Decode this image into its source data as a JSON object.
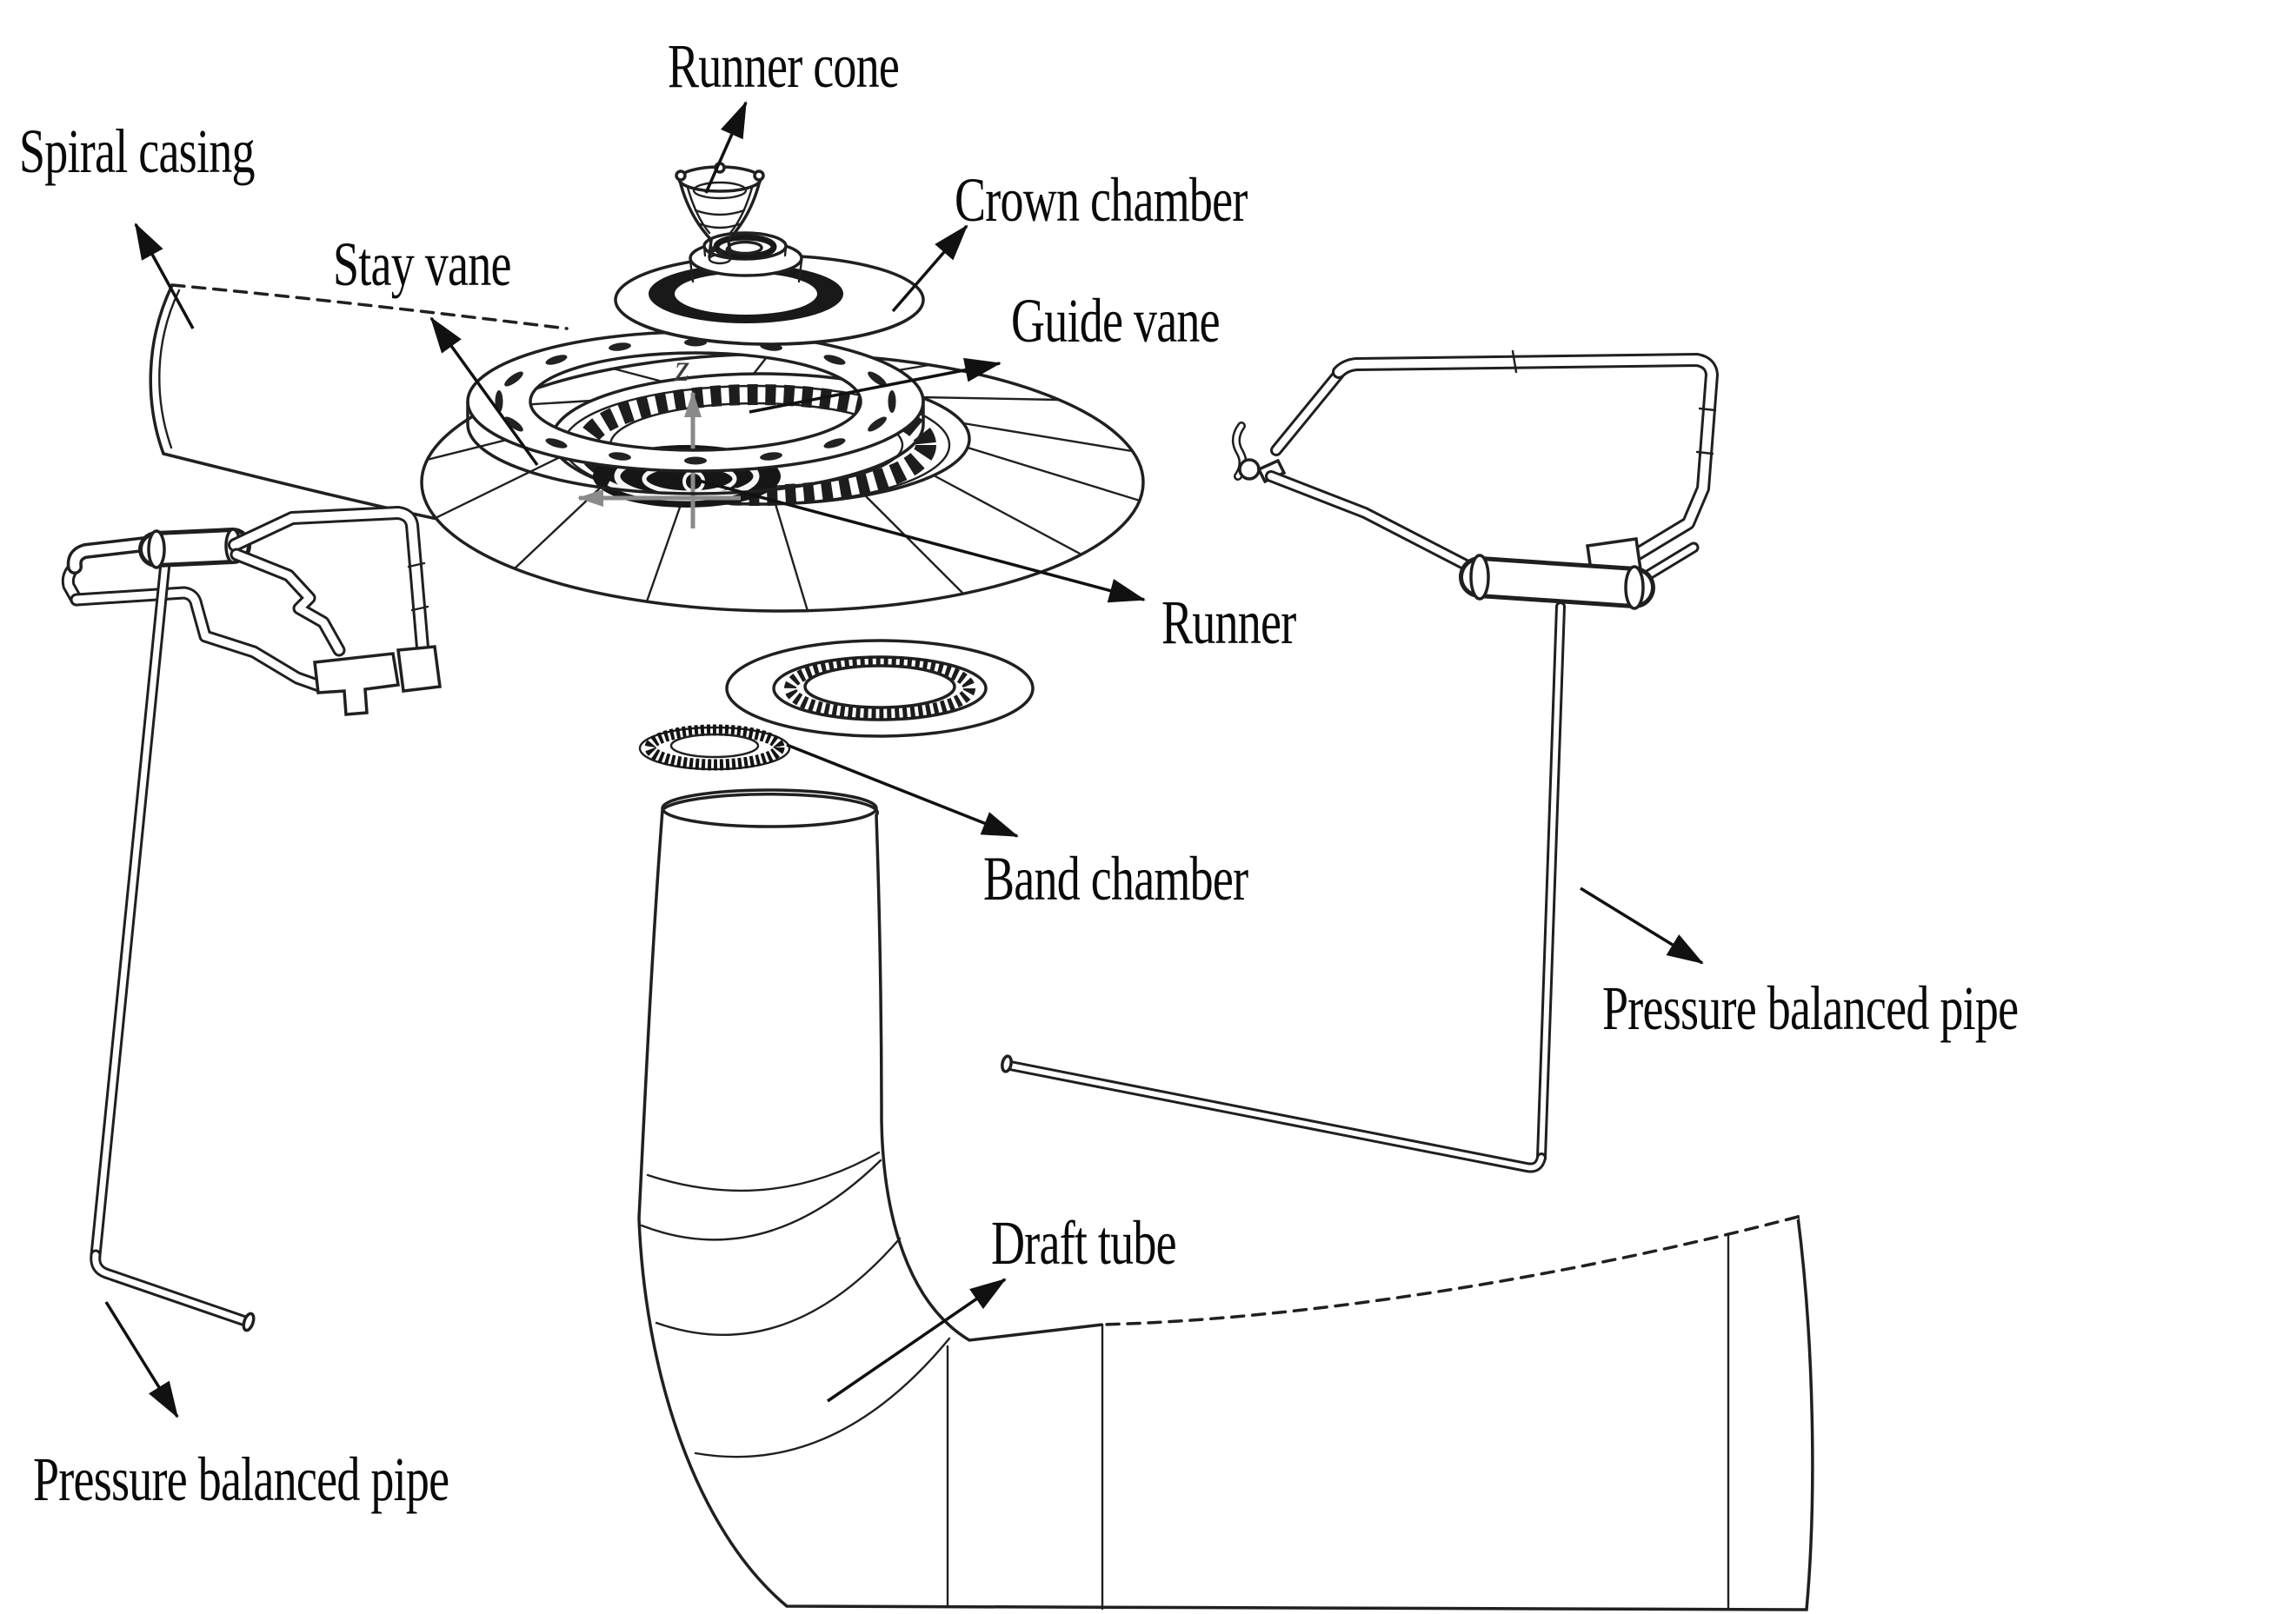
{
  "diagram": {
    "background": "#ffffff",
    "ink_color": "#1a1a1a",
    "axis_color": "#8a8a8a",
    "axis_label": "z",
    "labels": {
      "runner_cone": "Runner cone",
      "spiral_casing": "Spiral casing",
      "stay_vane": "Stay vane",
      "crown_chamber": "Crown chamber",
      "guide_vane": "Guide vane",
      "runner": "Runner",
      "band_chamber": "Band chamber",
      "pressure_balanced_pipe_right": "Pressure balanced pipe",
      "pressure_balanced_pipe_left": "Pressure balanced pipe",
      "draft_tube": "Draft tube"
    }
  }
}
